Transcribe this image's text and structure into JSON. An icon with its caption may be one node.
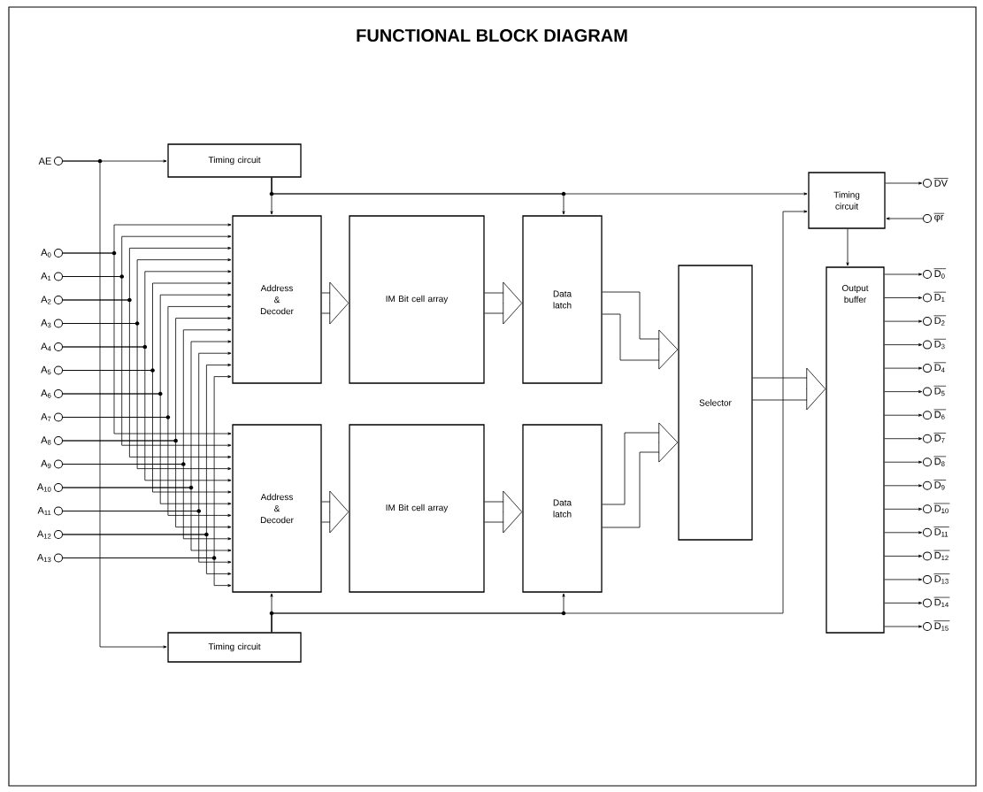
{
  "diagram": {
    "title": "FUNCTIONAL BLOCK DIAGRAM",
    "nodes": [
      {
        "text": [
          "AE"
        ]
      },
      {
        "text": [
          "Timing circuit"
        ]
      },
      {
        "text": [
          "Timing circuit"
        ]
      },
      {
        "text": [
          "DV"
        ]
      },
      {
        "text": [
          "φr"
        ]
      },
      {
        "text": [
          "A$_{0}$"
        ]
      },
      {
        "text": [
          "A$_{1}$"
        ]
      },
      {
        "text": [
          "A$_{2}$"
        ]
      },
      {
        "text": [
          "A$_{3}$"
        ]
      },
      {
        "text": [
          "A$_{4}$"
        ]
      },
      {
        "text": [
          "A$_{5}$"
        ]
      },
      {
        "text": [
          "A$_{6}$"
        ]
      },
      {
        "text": [
          "A$_{7}$"
        ]
      },
      {
        "text": [
          "A$_{8}$"
        ]
      },
      {
        "text": [
          "A$_{9}$"
        ]
      },
      {
        "text": [
          "A$_{10}$"
        ]
      },
      {
        "text": [
          "A$_{11}$"
        ]
      },
      {
        "text": [
          "A$_{12}$"
        ]
      },
      {
        "text": [
          "A$_{13}$"
        ]
      },
      {
        "text": [
          "Address & Decoder"
        ]
      },
      {
        "text": [
          "IM Bit cell array"
        ]
      },
      {
        "text": [
          "Data latch"
        ]
      },
      {
        "text": [
          "Selector"
        ]
      },
      {
        "text": [
          "Output buffer"
        ]
      },
      {
        "text": [
          "D$_{0}$"
        ]
      },
      {
        "text": [
          "D$_{1}$"
        ]
      },
      {
        "text": [
          "D$_{2}$"
        ]
      },
      {
        "text": [
          "D$_{3}$"
        ]
      },
      {
        "text": [
          "D$_{4}$"
        ]
      },
      {
        "text": [
          "D$_{5}$"
        ]
      },
      {
        "text": [
          "D$_{6}$"
        ]
      },
      {
        "text": [
          "D$_{7}$"
        ]
      },
      {
        "text": [
          "D$_{8}$"
        ]
      },
      {
        "text": [
          "D$_{9}$"
        ]
      },
      {
        "text": [
          "D$_{10}$"
        ]
      },
      {
        "text": [
          "D$_{11}$"
        ]
      },
      {
        "text": [
          "D$_{12}$"
        ]
      },
      {
        "text": [
          "D$_{13}$"
        ]
      },
      {
        "text": [
          "D$_{14}$"
        ]
      },
      {
        "text": [
          "D$_{15}$"
        ]
      },
      {
        "text": [
          "Address & Decoder"
        ]
      },
      {
        "text": [
          "IM Bit cell array"
        ]
      },
      {
        "text": [
          "Data latch"
        ]
      },
      {
        "text": [
          "Timing circuit"
        ]
      }
    ],
    "edges": [
      {
        "from": 0,
        "to": 1,
        "arrow": "to"
      },
      {
        "from": 0,
        "to": 43,
        "arrow": "to"
      },
      {
        "from": 1,
        "to": 19,
        "arrow": "to"
      },
      {
        "from": 1,
        "to": 21,
        "arrow": "to"
      },
      {
        "from": 1,
        "to": 2,
        "arrow": "to"
      },
      {
        "from": 43,
        "to": 40,
        "arrow": "to"
      },
      {
        "from": 43,
        "to": 42,
        "arrow": "to"
      },
      {
        "from": 43,
        "to": 2,
        "arrow": "to"
      },
      {
        "from": 2,
        "to": 3,
        "arrow": "to"
      },
      {
        "from": 4,
        "to": 2,
        "arrow": "to"
      },
      {
        "from": 2,
        "to": 23,
        "arrow": "to"
      },
      {
        "from": 5,
        "to": 19,
        "arrow": "to"
      },
      {
        "from": 6,
        "to": 19,
        "arrow": "to"
      },
      {
        "from": 7,
        "to": 19,
        "arrow": "to"
      },
      {
        "from": 8,
        "to": 19,
        "arrow": "to"
      },
      {
        "from": 9,
        "to": 19,
        "arrow": "to"
      },
      {
        "from": 10,
        "to": 19,
        "arrow": "to"
      },
      {
        "from": 11,
        "to": 19,
        "arrow": "to"
      },
      {
        "from": 12,
        "to": 19,
        "arrow": "to"
      },
      {
        "from": 13,
        "to": 19,
        "arrow": "to"
      },
      {
        "from": 14,
        "to": 19,
        "arrow": "to"
      },
      {
        "from": 15,
        "to": 19,
        "arrow": "to"
      },
      {
        "from": 16,
        "to": 19,
        "arrow": "to"
      },
      {
        "from": 17,
        "to": 19,
        "arrow": "to"
      },
      {
        "from": 18,
        "to": 19,
        "arrow": "to"
      },
      {
        "from": 5,
        "to": 40,
        "arrow": "to"
      },
      {
        "from": 6,
        "to": 40,
        "arrow": "to"
      },
      {
        "from": 7,
        "to": 40,
        "arrow": "to"
      },
      {
        "from": 8,
        "to": 40,
        "arrow": "to"
      },
      {
        "from": 9,
        "to": 40,
        "arrow": "to"
      },
      {
        "from": 10,
        "to": 40,
        "arrow": "to"
      },
      {
        "from": 11,
        "to": 40,
        "arrow": "to"
      },
      {
        "from": 12,
        "to": 40,
        "arrow": "to"
      },
      {
        "from": 13,
        "to": 40,
        "arrow": "to"
      },
      {
        "from": 14,
        "to": 40,
        "arrow": "to"
      },
      {
        "from": 15,
        "to": 40,
        "arrow": "to"
      },
      {
        "from": 16,
        "to": 40,
        "arrow": "to"
      },
      {
        "from": 17,
        "to": 40,
        "arrow": "to"
      },
      {
        "from": 18,
        "to": 40,
        "arrow": "to"
      },
      {
        "from": 19,
        "to": 20,
        "arrow": "to"
      },
      {
        "from": 20,
        "to": 21,
        "arrow": "to"
      },
      {
        "from": 21,
        "to": 22,
        "arrow": "to"
      },
      {
        "from": 40,
        "to": 41,
        "arrow": "to"
      },
      {
        "from": 41,
        "to": 42,
        "arrow": "to"
      },
      {
        "from": 42,
        "to": 22,
        "arrow": "to"
      },
      {
        "from": 22,
        "to": 23,
        "arrow": "to"
      },
      {
        "from": 23,
        "to": 24,
        "arrow": "to"
      },
      {
        "from": 23,
        "to": 25,
        "arrow": "to"
      },
      {
        "from": 23,
        "to": 26,
        "arrow": "to"
      },
      {
        "from": 23,
        "to": 27,
        "arrow": "to"
      },
      {
        "from": 23,
        "to": 28,
        "arrow": "to"
      },
      {
        "from": 23,
        "to": 29,
        "arrow": "to"
      },
      {
        "from": 23,
        "to": 30,
        "arrow": "to"
      },
      {
        "from": 23,
        "to": 31,
        "arrow": "to"
      },
      {
        "from": 23,
        "to": 32,
        "arrow": "to"
      },
      {
        "from": 23,
        "to": 33,
        "arrow": "to"
      },
      {
        "from": 23,
        "to": 34,
        "arrow": "to"
      },
      {
        "from": 23,
        "to": 35,
        "arrow": "to"
      },
      {
        "from": 23,
        "to": 36,
        "arrow": "to"
      },
      {
        "from": 23,
        "to": 37,
        "arrow": "to"
      },
      {
        "from": 23,
        "to": 38,
        "arrow": "to"
      },
      {
        "from": 23,
        "to": 39,
        "arrow": "to"
      }
    ]
  }
}
